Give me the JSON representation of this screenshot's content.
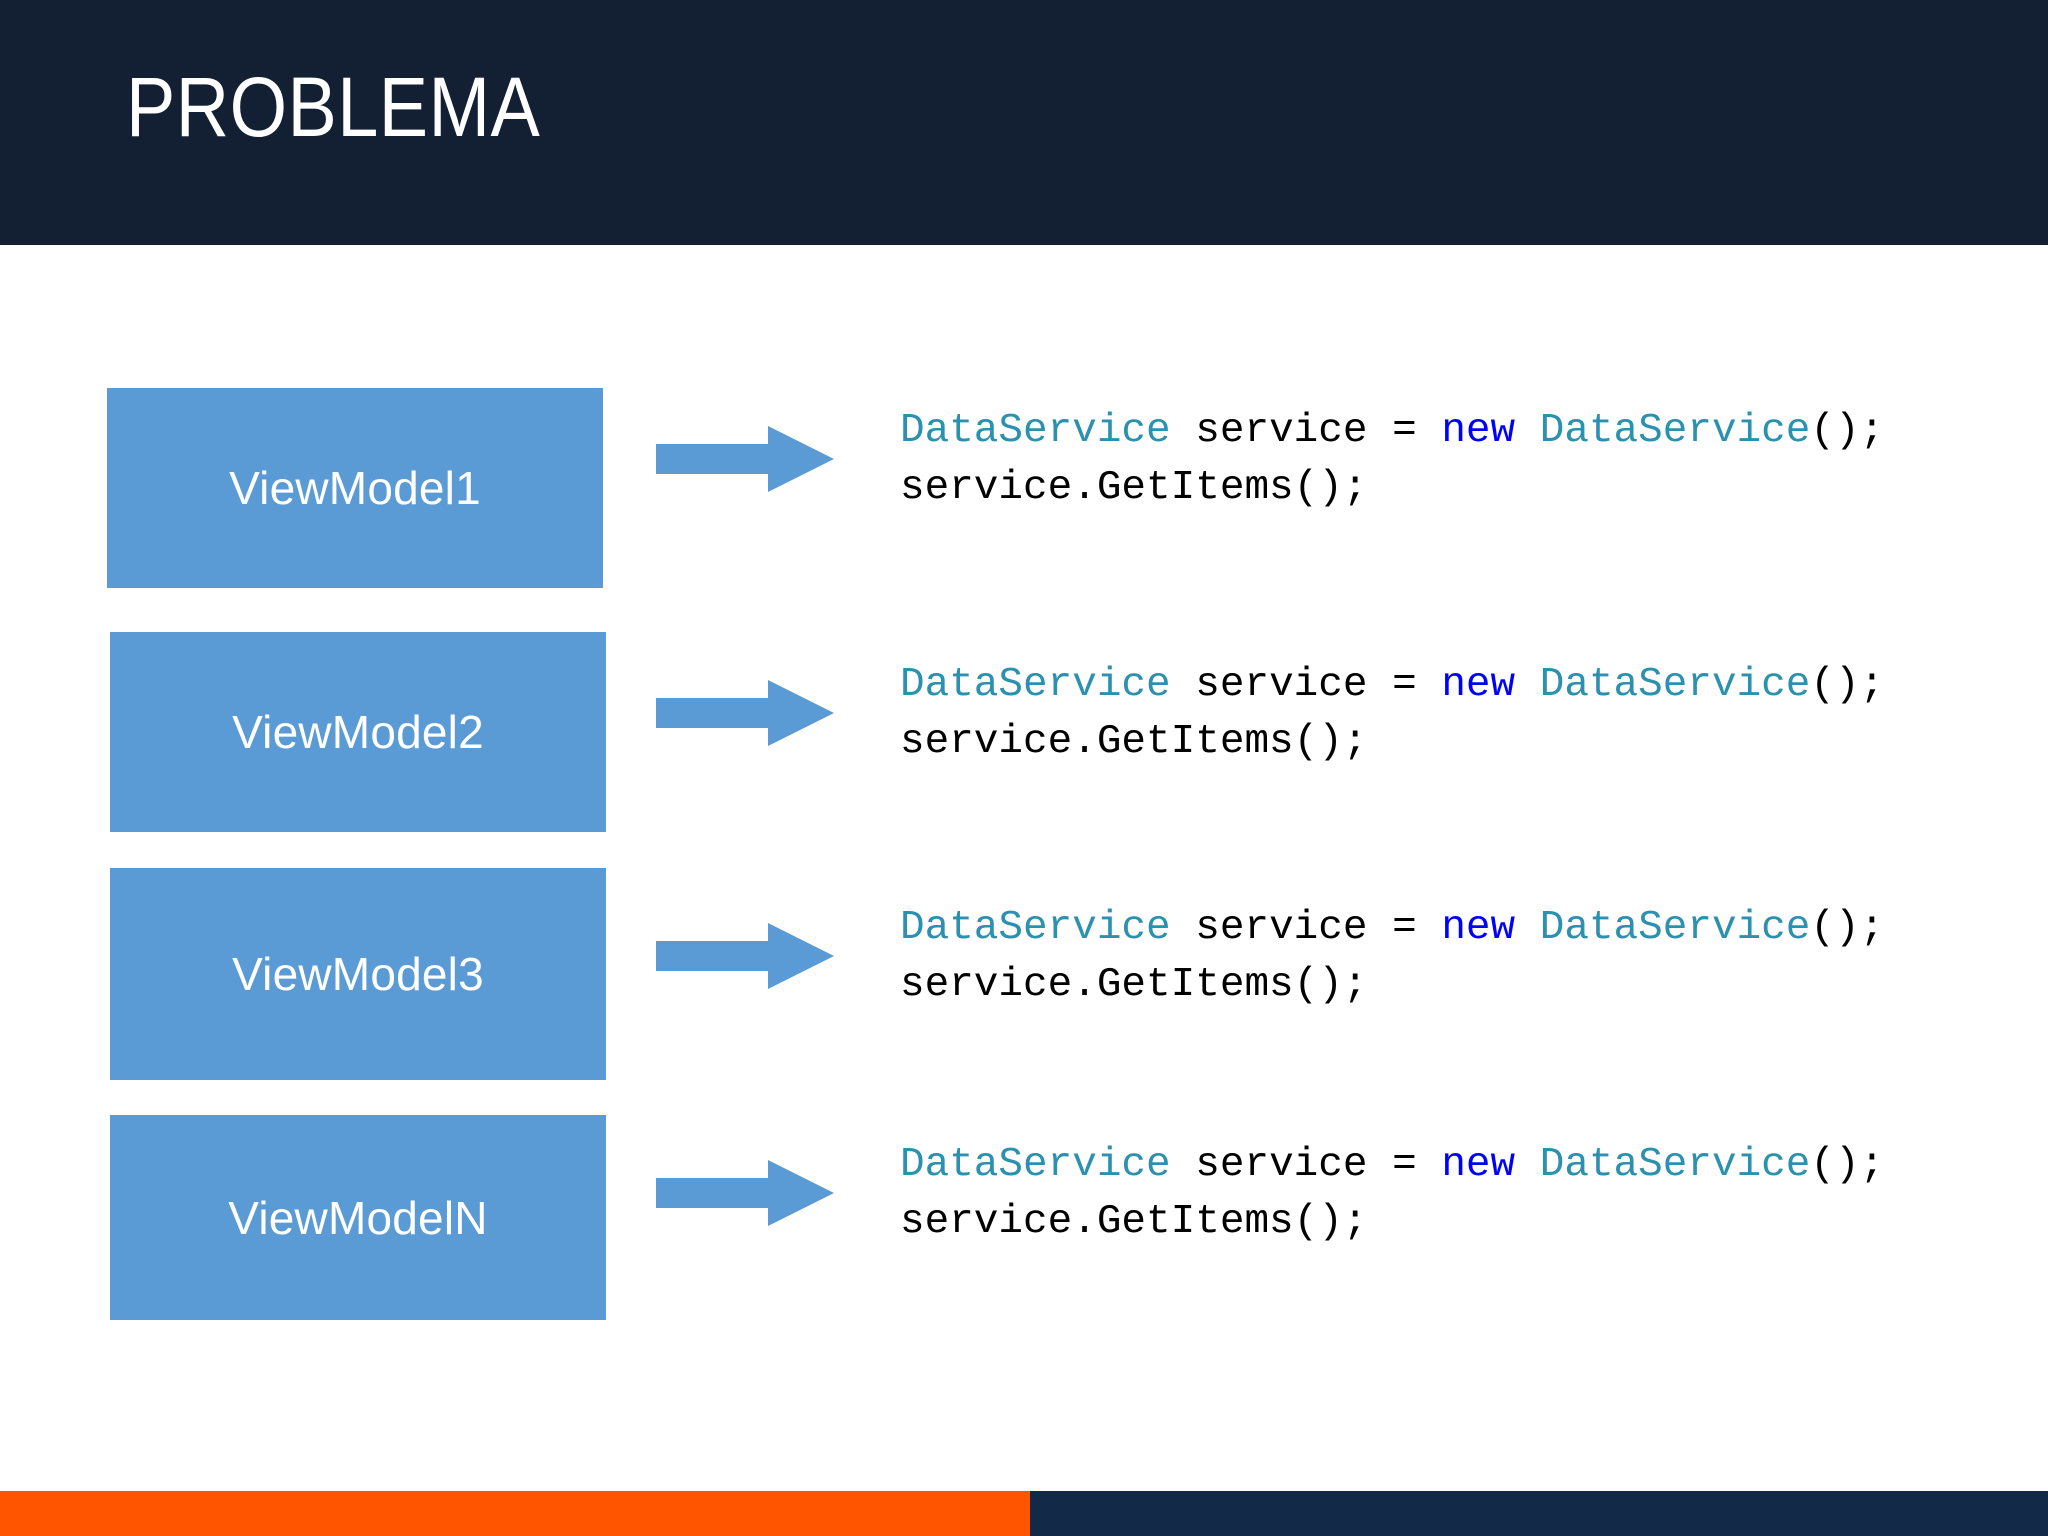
{
  "slide": {
    "title": "PROBLEMA",
    "theme": {
      "header_bg": "#131f33",
      "body_bg": "#ffffff",
      "accent_blue": "#5b9bd5",
      "accent_orange": "#ff5500",
      "footer_navy": "#122a47",
      "code_type_color": "#2b91af",
      "code_keyword_color": "#0000ff",
      "code_plain_color": "#000000"
    }
  },
  "diagram": {
    "arrow_icon_name": "right-block-arrow-icon",
    "rows": [
      {
        "box_label": "ViewModel1",
        "code": {
          "line1": [
            {
              "text": "DataService",
              "kind": "type"
            },
            {
              "text": " service = ",
              "kind": "plain"
            },
            {
              "text": "new",
              "kind": "keyword"
            },
            {
              "text": " ",
              "kind": "plain"
            },
            {
              "text": "DataService",
              "kind": "type"
            },
            {
              "text": "();",
              "kind": "plain"
            }
          ],
          "line2": [
            {
              "text": "service.GetItems();",
              "kind": "plain"
            }
          ]
        }
      },
      {
        "box_label": "ViewModel2",
        "code": {
          "line1": [
            {
              "text": "DataService",
              "kind": "type"
            },
            {
              "text": " service = ",
              "kind": "plain"
            },
            {
              "text": "new",
              "kind": "keyword"
            },
            {
              "text": " ",
              "kind": "plain"
            },
            {
              "text": "DataService",
              "kind": "type"
            },
            {
              "text": "();",
              "kind": "plain"
            }
          ],
          "line2": [
            {
              "text": "service.GetItems();",
              "kind": "plain"
            }
          ]
        }
      },
      {
        "box_label": "ViewModel3",
        "code": {
          "line1": [
            {
              "text": "DataService",
              "kind": "type"
            },
            {
              "text": " service = ",
              "kind": "plain"
            },
            {
              "text": "new",
              "kind": "keyword"
            },
            {
              "text": " ",
              "kind": "plain"
            },
            {
              "text": "DataService",
              "kind": "type"
            },
            {
              "text": "();",
              "kind": "plain"
            }
          ],
          "line2": [
            {
              "text": "service.GetItems();",
              "kind": "plain"
            }
          ]
        }
      },
      {
        "box_label": "ViewModelN",
        "code": {
          "line1": [
            {
              "text": "DataService",
              "kind": "type"
            },
            {
              "text": " service = ",
              "kind": "plain"
            },
            {
              "text": "new",
              "kind": "keyword"
            },
            {
              "text": " ",
              "kind": "plain"
            },
            {
              "text": "DataService",
              "kind": "type"
            },
            {
              "text": "();",
              "kind": "plain"
            }
          ],
          "line2": [
            {
              "text": "service.GetItems();",
              "kind": "plain"
            }
          ]
        }
      }
    ]
  },
  "footer": {
    "left_width_percent": 50.3
  }
}
